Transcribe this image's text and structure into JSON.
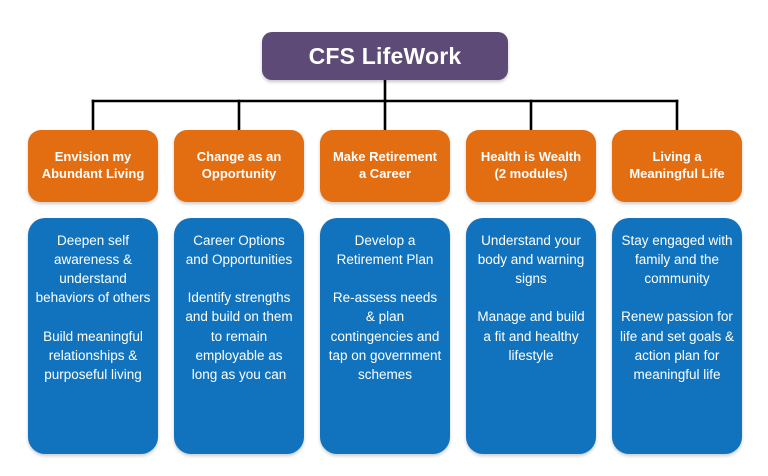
{
  "diagram_title": "CFS LifeWork",
  "root": {
    "title": "CFS LifeWork"
  },
  "columns": [
    {
      "header": "Envision my Abundant Living",
      "paragraphs": [
        "Deepen self awareness  & understand behaviors of others",
        "Build meaningful relationships & purposeful living"
      ]
    },
    {
      "header": "Change as an Opportunity",
      "paragraphs": [
        "Career Options and Opportunities",
        "Identify strengths and build on them to remain employable as long as you can"
      ]
    },
    {
      "header": "Make Retirement a Career",
      "paragraphs": [
        "Develop a Retirement Plan",
        "Re-assess needs & plan contingencies and tap on government schemes"
      ]
    },
    {
      "header": "Health is Wealth (2 modules)",
      "paragraphs": [
        "Understand your body and warning signs",
        "Manage and build a fit and  healthy lifestyle"
      ]
    },
    {
      "header": "Living a Meaningful Life",
      "paragraphs": [
        "Stay engaged with family and the community",
        "Renew passion for life and  set goals & action plan for meaningful life"
      ]
    }
  ],
  "colors": {
    "root_purple": "#5d4a76",
    "header_orange": "#e36d11",
    "body_blue": "#1173bd",
    "connector_black": "#000000",
    "text_white": "#ffffff"
  }
}
